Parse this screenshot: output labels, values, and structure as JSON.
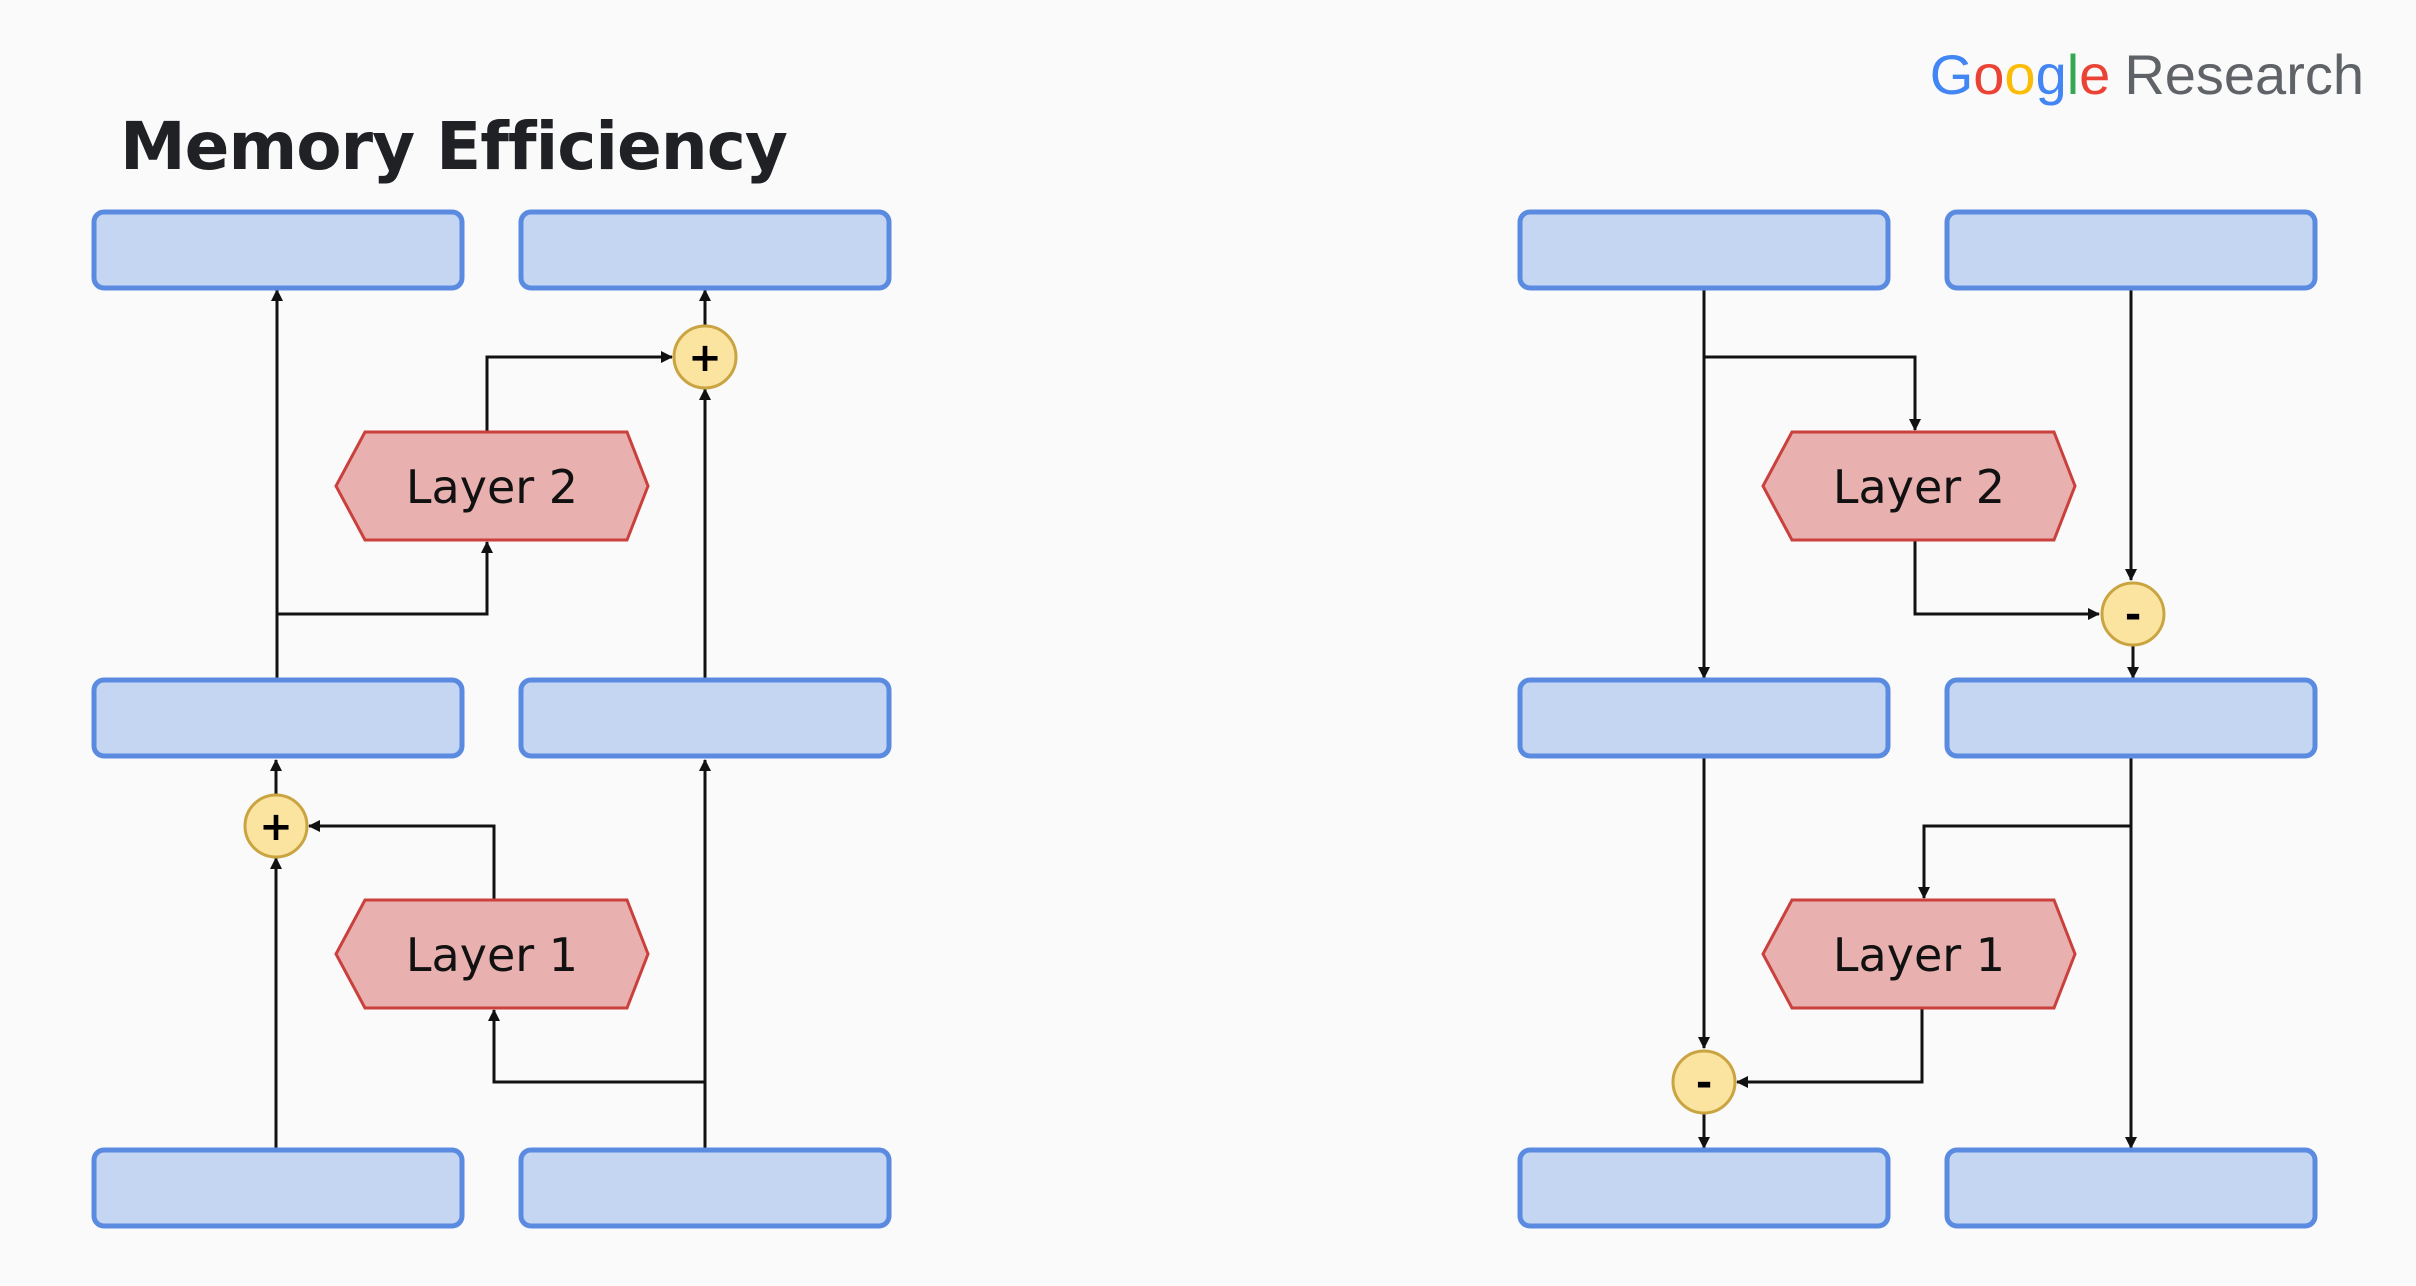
{
  "slide": {
    "title": "Memory Efficiency",
    "logo": {
      "brand_letters": [
        {
          "ch": "G",
          "color": "#4285F4"
        },
        {
          "ch": "o",
          "color": "#EA4335"
        },
        {
          "ch": "o",
          "color": "#FBBC05"
        },
        {
          "ch": "g",
          "color": "#4285F4"
        },
        {
          "ch": "l",
          "color": "#34A853"
        },
        {
          "ch": "e",
          "color": "#EA4335"
        }
      ],
      "suffix": "Research"
    }
  },
  "diagram": {
    "colors": {
      "tensor_fill": "#c5d6f3",
      "tensor_stroke": "#5b8be0",
      "layer_fill": "#e8b1b0",
      "layer_stroke": "#c9403c",
      "op_fill": "#fbe3a0"
    },
    "forward": {
      "layers": [
        "Layer 2",
        "Layer 1"
      ],
      "ops": [
        "+",
        "+"
      ]
    },
    "reverse": {
      "layers": [
        "Layer 2",
        "Layer 1"
      ],
      "ops": [
        "-",
        "-"
      ]
    }
  }
}
